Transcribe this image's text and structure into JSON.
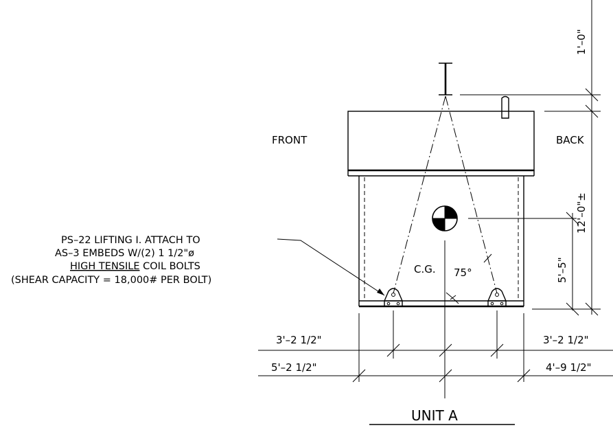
{
  "labels": {
    "front": "FRONT",
    "back": "BACK",
    "cg": "C.G.",
    "angle": "75°",
    "title": "UNIT A"
  },
  "note": {
    "line1": "PS–22 LIFTING I. ATTACH TO",
    "line2": "AS–3 EMBEDS W/(2) 1 1/2\"ø",
    "line3_underlined": "HIGH TENSILE",
    "line3_rest": " COIL BOLTS",
    "line4": "(SHEAR CAPACITY = 18,000# PER BOLT)"
  },
  "dimensions": {
    "top_right": "1'–0\"",
    "overall_height": "12'–0\"±",
    "cg_height": "5'–5\"",
    "left_inner": "3'–2 1/2\"",
    "right_inner": "3'–2 1/2\"",
    "left_outer": "5'–2 1/2\"",
    "right_outer": "4'–9 1/2\""
  }
}
